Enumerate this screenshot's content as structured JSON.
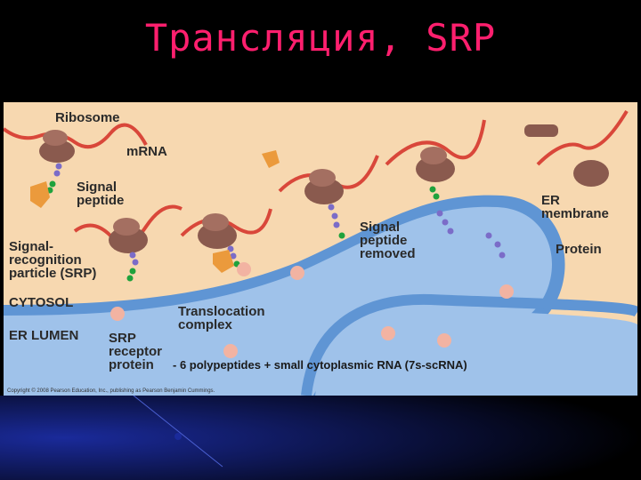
{
  "slide": {
    "title": "Трансляция, SRP"
  },
  "figure": {
    "labels": {
      "ribosome": "Ribosome",
      "mrna": "mRNA",
      "signal_peptide": "Signal\npeptide",
      "srp": "Signal-\nrecognition\nparticle (SRP)",
      "cytosol": "CYTOSOL",
      "er_lumen": "ER LUMEN",
      "srp_receptor": "SRP\nreceptor\nprotein",
      "translocation_complex": "Translocation\ncomplex",
      "signal_peptide_removed": "Signal\npeptide\nremoved",
      "er_membrane": "ER\nmembrane",
      "protein": "Protein"
    },
    "note": "- 6 polypeptides + small cytoplasmic RNA (7s-scRNA)",
    "copyright": "Copyright © 2008 Pearson Education, Inc., publishing as Pearson Benjamin Cummings."
  },
  "colors": {
    "title": "#ff1f6e",
    "background": "#f7d8b0",
    "membrane": "#5f95d4",
    "lumen": "#9fc2ea",
    "ribosome": "#8a5a4e",
    "mrna": "#d9473a",
    "srp": "#eb9a3c",
    "peptide_purple": "#7b6cc8",
    "peptide_green": "#1fa23c"
  }
}
